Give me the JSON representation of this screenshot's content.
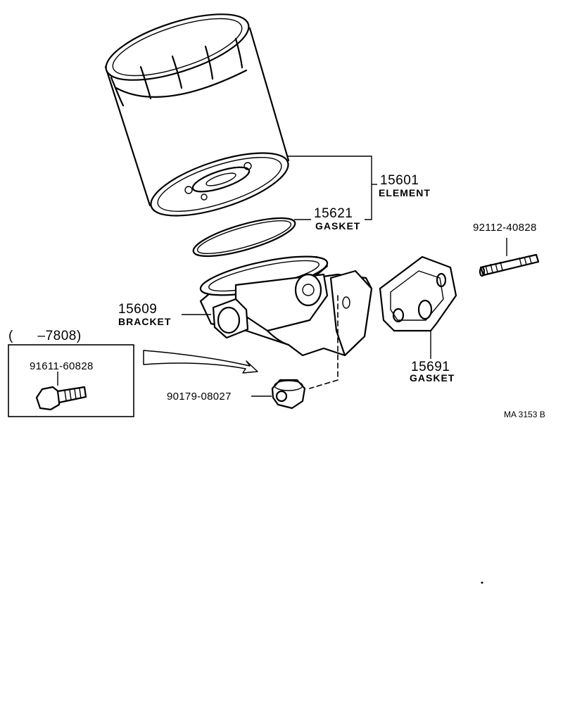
{
  "parts": {
    "element": {
      "number": "15601",
      "name": "ELEMENT"
    },
    "gasket_ring": {
      "number": "15621",
      "name": "GASKET"
    },
    "bracket": {
      "number": "15609",
      "name": "BRACKET"
    },
    "stud": {
      "number": "92112-40828"
    },
    "gasket_plate": {
      "number": "15691",
      "name": "GASKET"
    },
    "nut": {
      "number": "90179-08027"
    }
  },
  "inset": {
    "range": "(      –7808)",
    "bolt_number": "91611-60828"
  },
  "ref_code": "MA 3153 B"
}
